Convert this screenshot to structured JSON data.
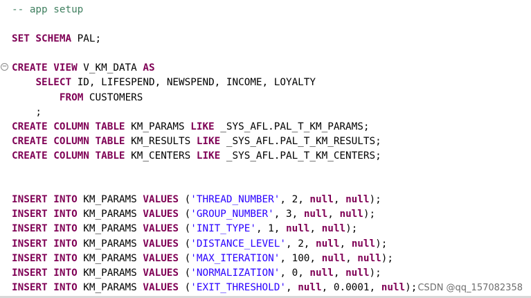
{
  "editor": {
    "fold_marker": "−",
    "lines": [
      [
        {
          "t": "cmt",
          "v": "-- app setup"
        }
      ],
      [],
      [
        {
          "t": "kw",
          "v": "SET SCHEMA"
        },
        {
          "t": "p",
          "v": " PAL;"
        }
      ],
      [],
      [
        {
          "t": "kw",
          "v": "CREATE VIEW"
        },
        {
          "t": "p",
          "v": " V_KM_DATA "
        },
        {
          "t": "kw",
          "v": "AS"
        }
      ],
      [
        {
          "t": "p",
          "v": "    "
        },
        {
          "t": "kw",
          "v": "SELECT"
        },
        {
          "t": "p",
          "v": " ID, LIFESPEND, NEWSPEND, INCOME, LOYALTY"
        }
      ],
      [
        {
          "t": "p",
          "v": "        "
        },
        {
          "t": "kw",
          "v": "FROM"
        },
        {
          "t": "p",
          "v": " CUSTOMERS"
        }
      ],
      [
        {
          "t": "p",
          "v": "    ;"
        }
      ],
      [
        {
          "t": "kw",
          "v": "CREATE COLUMN TABLE"
        },
        {
          "t": "p",
          "v": " KM_PARAMS "
        },
        {
          "t": "kw",
          "v": "LIKE"
        },
        {
          "t": "p",
          "v": " _SYS_AFL.PAL_T_KM_PARAMS;"
        }
      ],
      [
        {
          "t": "kw",
          "v": "CREATE COLUMN TABLE"
        },
        {
          "t": "p",
          "v": " KM_RESULTS "
        },
        {
          "t": "kw",
          "v": "LIKE"
        },
        {
          "t": "p",
          "v": " _SYS_AFL.PAL_T_KM_RESULTS;"
        }
      ],
      [
        {
          "t": "kw",
          "v": "CREATE COLUMN TABLE"
        },
        {
          "t": "p",
          "v": " KM_CENTERS "
        },
        {
          "t": "kw",
          "v": "LIKE"
        },
        {
          "t": "p",
          "v": " _SYS_AFL.PAL_T_KM_CENTERS;"
        }
      ],
      [],
      [],
      [
        {
          "t": "kw",
          "v": "INSERT INTO"
        },
        {
          "t": "p",
          "v": " KM_PARAMS "
        },
        {
          "t": "kw",
          "v": "VALUES"
        },
        {
          "t": "p",
          "v": " ("
        },
        {
          "t": "str",
          "v": "'THREAD_NUMBER'"
        },
        {
          "t": "p",
          "v": ", 2, "
        },
        {
          "t": "nul",
          "v": "null"
        },
        {
          "t": "p",
          "v": ", "
        },
        {
          "t": "nul",
          "v": "null"
        },
        {
          "t": "p",
          "v": ");"
        }
      ],
      [
        {
          "t": "kw",
          "v": "INSERT INTO"
        },
        {
          "t": "p",
          "v": " KM_PARAMS "
        },
        {
          "t": "kw",
          "v": "VALUES"
        },
        {
          "t": "p",
          "v": " ("
        },
        {
          "t": "str",
          "v": "'GROUP_NUMBER'"
        },
        {
          "t": "p",
          "v": ", 3, "
        },
        {
          "t": "nul",
          "v": "null"
        },
        {
          "t": "p",
          "v": ", "
        },
        {
          "t": "nul",
          "v": "null"
        },
        {
          "t": "p",
          "v": ");"
        }
      ],
      [
        {
          "t": "kw",
          "v": "INSERT INTO"
        },
        {
          "t": "p",
          "v": " KM_PARAMS "
        },
        {
          "t": "kw",
          "v": "VALUES"
        },
        {
          "t": "p",
          "v": " ("
        },
        {
          "t": "str",
          "v": "'INIT_TYPE'"
        },
        {
          "t": "p",
          "v": ", 1, "
        },
        {
          "t": "nul",
          "v": "null"
        },
        {
          "t": "p",
          "v": ", "
        },
        {
          "t": "nul",
          "v": "null"
        },
        {
          "t": "p",
          "v": ");"
        }
      ],
      [
        {
          "t": "kw",
          "v": "INSERT INTO"
        },
        {
          "t": "p",
          "v": " KM_PARAMS "
        },
        {
          "t": "kw",
          "v": "VALUES"
        },
        {
          "t": "p",
          "v": " ("
        },
        {
          "t": "str",
          "v": "'DISTANCE_LEVEL'"
        },
        {
          "t": "p",
          "v": ", 2, "
        },
        {
          "t": "nul",
          "v": "null"
        },
        {
          "t": "p",
          "v": ", "
        },
        {
          "t": "nul",
          "v": "null"
        },
        {
          "t": "p",
          "v": ");"
        }
      ],
      [
        {
          "t": "kw",
          "v": "INSERT INTO"
        },
        {
          "t": "p",
          "v": " KM_PARAMS "
        },
        {
          "t": "kw",
          "v": "VALUES"
        },
        {
          "t": "p",
          "v": " ("
        },
        {
          "t": "str",
          "v": "'MAX_ITERATION'"
        },
        {
          "t": "p",
          "v": ", 100, "
        },
        {
          "t": "nul",
          "v": "null"
        },
        {
          "t": "p",
          "v": ", "
        },
        {
          "t": "nul",
          "v": "null"
        },
        {
          "t": "p",
          "v": ");"
        }
      ],
      [
        {
          "t": "kw",
          "v": "INSERT INTO"
        },
        {
          "t": "p",
          "v": " KM_PARAMS "
        },
        {
          "t": "kw",
          "v": "VALUES"
        },
        {
          "t": "p",
          "v": " ("
        },
        {
          "t": "str",
          "v": "'NORMALIZATION'"
        },
        {
          "t": "p",
          "v": ", 0, "
        },
        {
          "t": "nul",
          "v": "null"
        },
        {
          "t": "p",
          "v": ", "
        },
        {
          "t": "nul",
          "v": "null"
        },
        {
          "t": "p",
          "v": ");"
        }
      ],
      [
        {
          "t": "kw",
          "v": "INSERT INTO"
        },
        {
          "t": "p",
          "v": " KM_PARAMS "
        },
        {
          "t": "kw",
          "v": "VALUES"
        },
        {
          "t": "p",
          "v": " ("
        },
        {
          "t": "str",
          "v": "'EXIT_THRESHOLD'"
        },
        {
          "t": "p",
          "v": ", "
        },
        {
          "t": "nul",
          "v": "null"
        },
        {
          "t": "p",
          "v": ", 0.0001, "
        },
        {
          "t": "nul",
          "v": "null"
        },
        {
          "t": "p",
          "v": ");"
        }
      ]
    ]
  },
  "watermark": "CSDN @qq_157082358"
}
